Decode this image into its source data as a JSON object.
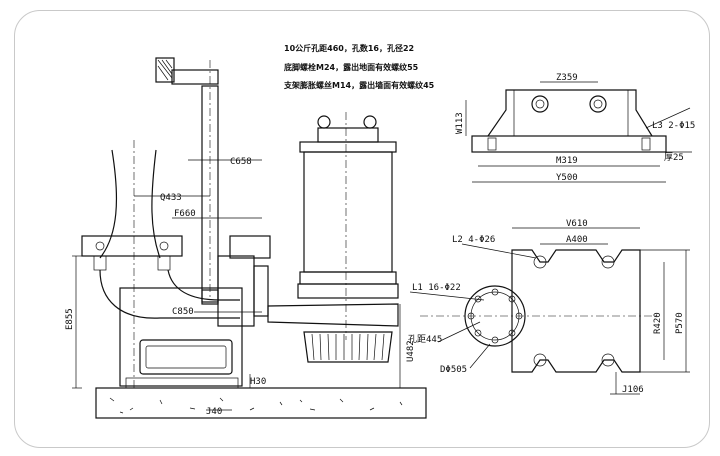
{
  "notes": {
    "line1": "10公斤孔距460，孔数16，孔径22",
    "line2": "底脚螺栓M24，露出地面有效螺纹55",
    "line3": "支架膨胀螺丝M14，露出墙面有效螺纹45"
  },
  "dims": {
    "c658": "C658",
    "q433": "Q433",
    "f660": "F660",
    "c850": "C850",
    "e855": "E855",
    "u482": "U482",
    "h30": "H30",
    "j40": "J40",
    "z359": "Z359",
    "w113": "W113",
    "l3": "L3  2-Φ15",
    "m319": "M319",
    "thick25": "厚25",
    "y500": "Y500",
    "v610": "V610",
    "l2": "L2  4-Φ26",
    "a400": "A400",
    "l1": "L1  16-Φ22",
    "hole445": "孔距445",
    "d505": "DΦ505",
    "r420": "R420",
    "p570": "P570",
    "j106": "J106"
  }
}
